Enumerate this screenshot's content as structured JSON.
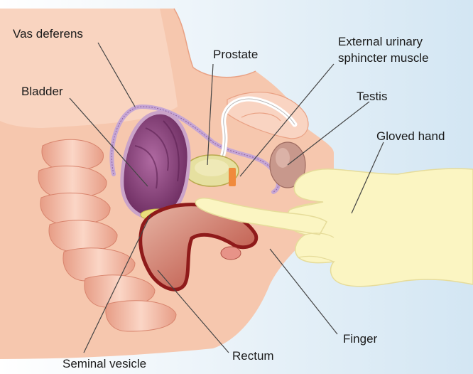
{
  "labels": {
    "vas_deferens": "Vas deferens",
    "prostate": "Prostate",
    "external_urinary_line1": "External urinary",
    "external_urinary_line2": "sphincter muscle",
    "bladder": "Bladder",
    "testis": "Testis",
    "gloved_hand": "Gloved hand",
    "finger": "Finger",
    "rectum": "Rectum",
    "seminal_vesicle": "Seminal vesicle"
  },
  "colors": {
    "background_blue": "#dcebf5",
    "skin": "#f7cbb4",
    "skin_light": "#fbe1d1",
    "bladder_purple": "#8e3f7e",
    "prostate_yellow": "#e6e1a0",
    "rectum_red": "#9d2323",
    "glove_yellow": "#fbf5c2",
    "intestine": "#f4b9a6",
    "leader_line": "#444444"
  }
}
